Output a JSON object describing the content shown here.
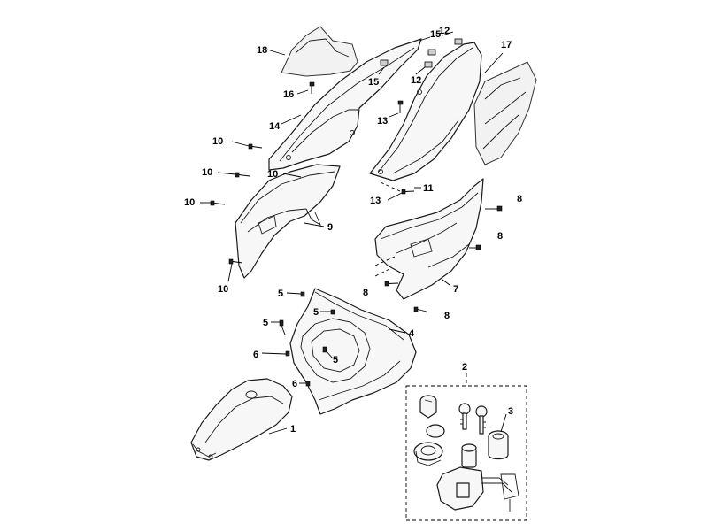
{
  "callouts": {
    "c1": "1",
    "c2": "2",
    "c3": "3",
    "c4": "4",
    "c5a": "5",
    "c5b": "5",
    "c5c": "5",
    "c5d": "5",
    "c6a": "6",
    "c6b": "6",
    "c7": "7",
    "c8a": "8",
    "c8b": "8",
    "c8c": "8",
    "c8d": "8",
    "c9": "9",
    "c10a": "10",
    "c10b": "10",
    "c10c": "10",
    "c10d": "10",
    "c10e": "10",
    "c11": "11",
    "c12a": "12",
    "c12b": "12",
    "c13a": "13",
    "c13b": "13",
    "c14": "14",
    "c15a": "15",
    "c15b": "15",
    "c16": "16",
    "c17": "17",
    "c18": "18"
  }
}
